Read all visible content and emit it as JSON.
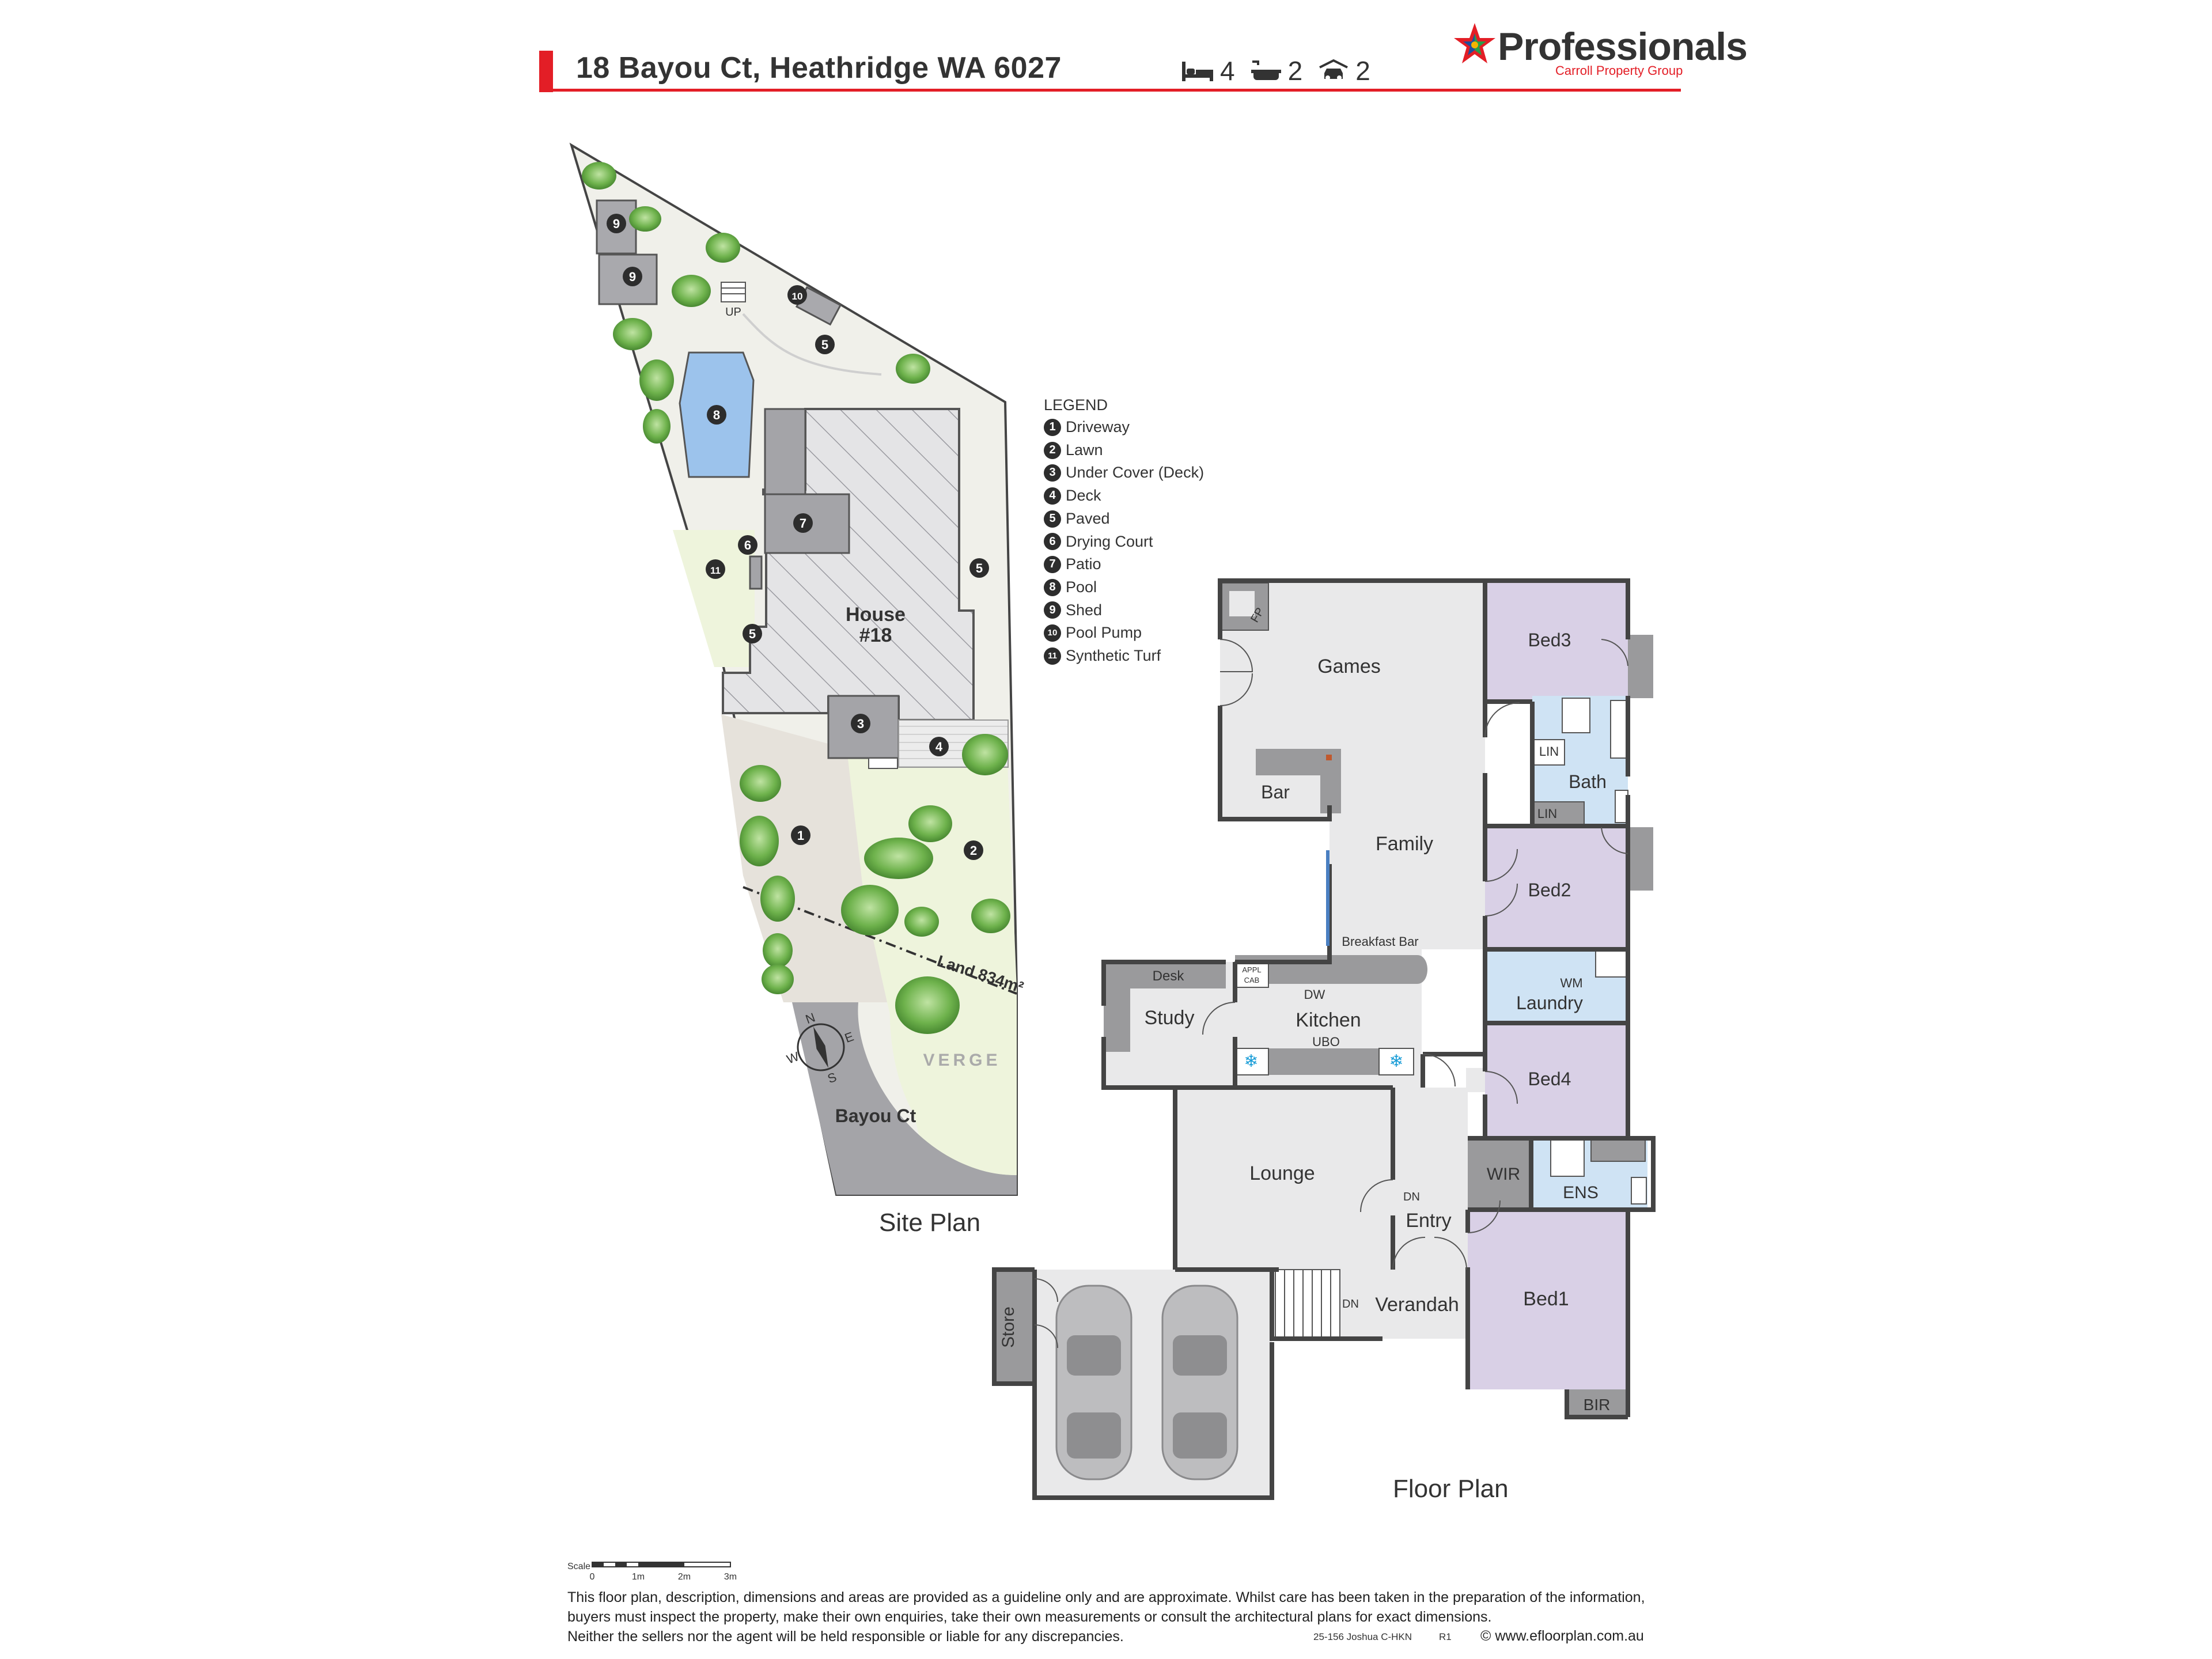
{
  "header": {
    "address": "18 Bayou Ct, Heathridge WA 6027",
    "bedrooms": "4",
    "bathrooms": "2",
    "garage": "2"
  },
  "logo": {
    "word": "Professionals",
    "subtitle": "Carroll Property Group",
    "colors": {
      "red": "#e31e26",
      "green": "#2a9d48",
      "blue": "#1e4f9c",
      "yellow": "#f4b400"
    }
  },
  "site_plan": {
    "title": "Site Plan",
    "house_label": "House",
    "house_number": "#18",
    "up_label": "UP",
    "land_label": "Land 834m²",
    "verge_label": "VERGE",
    "street_label": "Bayou Ct",
    "compass": {
      "n": "N",
      "s": "S",
      "e": "E",
      "w": "W"
    },
    "markers": [
      {
        "id": "shed-a",
        "n": "9"
      },
      {
        "id": "shed-b",
        "n": "9"
      },
      {
        "id": "pump",
        "n": "10"
      },
      {
        "id": "paved-top",
        "n": "5"
      },
      {
        "id": "pool",
        "n": "8"
      },
      {
        "id": "patio",
        "n": "7"
      },
      {
        "id": "drying",
        "n": "6"
      },
      {
        "id": "turf",
        "n": "11"
      },
      {
        "id": "paved-right",
        "n": "5"
      },
      {
        "id": "paved-left",
        "n": "5"
      },
      {
        "id": "undercover",
        "n": "3"
      },
      {
        "id": "deck",
        "n": "4"
      },
      {
        "id": "driveway",
        "n": "1"
      },
      {
        "id": "lawn",
        "n": "2"
      }
    ]
  },
  "legend": {
    "title": "LEGEND",
    "items": [
      {
        "n": "1",
        "label": "Driveway"
      },
      {
        "n": "2",
        "label": "Lawn"
      },
      {
        "n": "3",
        "label": "Under Cover (Deck)"
      },
      {
        "n": "4",
        "label": "Deck"
      },
      {
        "n": "5",
        "label": "Paved"
      },
      {
        "n": "6",
        "label": "Drying Court"
      },
      {
        "n": "7",
        "label": "Patio"
      },
      {
        "n": "8",
        "label": "Pool"
      },
      {
        "n": "9",
        "label": "Shed"
      },
      {
        "n": "10",
        "label": "Pool Pump"
      },
      {
        "n": "11",
        "label": "Synthetic Turf"
      }
    ]
  },
  "floor_plan": {
    "title": "Floor Plan",
    "rooms": {
      "games": "Games",
      "bar": "Bar",
      "family": "Family",
      "bed3": "Bed3",
      "bed2": "Bed2",
      "bed4": "Bed4",
      "bed1": "Bed1",
      "bath": "Bath",
      "laundry": "Laundry",
      "kitchen": "Kitchen",
      "study": "Study",
      "desk": "Desk",
      "lounge": "Lounge",
      "entry": "Entry",
      "verandah": "Verandah",
      "store": "Store",
      "wir": "WIR",
      "ens": "ENS",
      "bir": "BIR"
    },
    "fixtures": {
      "fp": "FP",
      "lin1": "LIN",
      "lin2": "LIN",
      "wm": "WM",
      "dw": "DW",
      "ubo": "UBO",
      "appl_cab_1": "APPL",
      "appl_cab_2": "CAB",
      "breakfast_bar": "Breakfast Bar",
      "dn1": "DN",
      "dn2": "DN"
    },
    "colors": {
      "bedroom": "#d9d0e6",
      "wet": "#cfe3f4",
      "living": "#e9e9ea",
      "fixture": "#9a9a9c"
    }
  },
  "scale": {
    "label": "Scale",
    "ticks": [
      "0",
      "1m",
      "2m",
      "3m"
    ]
  },
  "disclaimer": [
    "This floor plan, description, dimensions and areas are provided as a guideline only and are approximate. Whilst care has been taken in the preparation of the information,",
    "buyers must inspect the property, make their own enquiries, take their own measurements or consult the architectural plans for exact dimensions.",
    "Neither the sellers nor the agent will be held responsible or liable for any discrepancies."
  ],
  "footer": {
    "code": "25-156 Joshua C-HKN",
    "rev": "R1",
    "website": "© www.efloorplan.com.au"
  }
}
